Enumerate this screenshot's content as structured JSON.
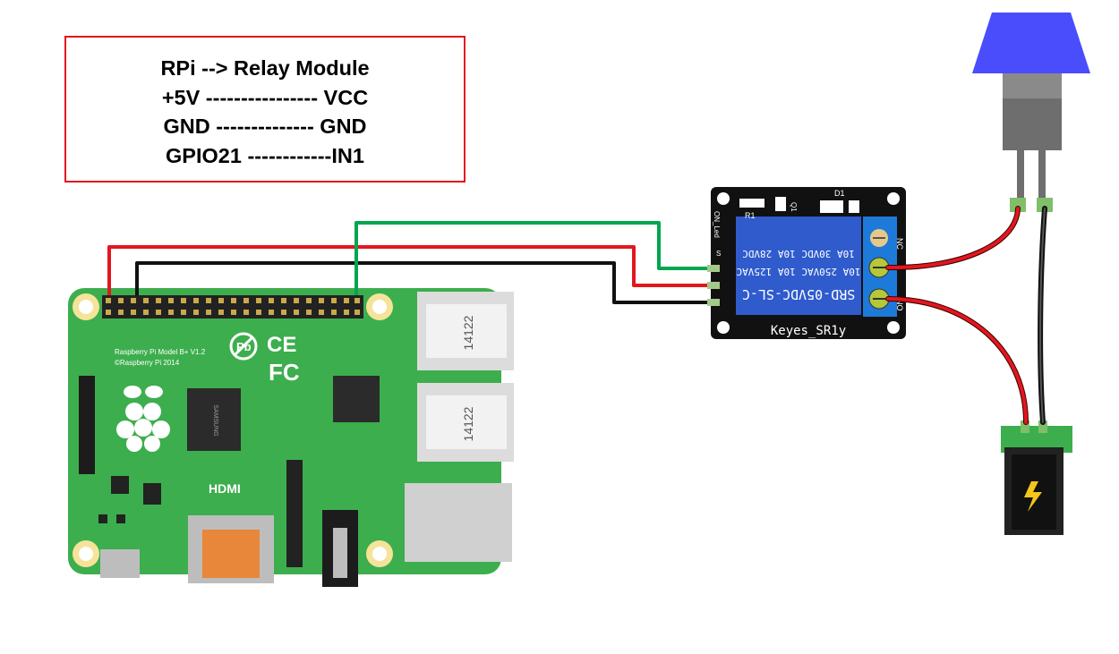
{
  "legend": {
    "lines": [
      "RPi --> Relay Module",
      "+5V ---------------- VCC",
      "GND -------------- GND",
      "GPIO21 ------------IN1"
    ]
  },
  "raspberry_pi": {
    "model_label": "Raspberry Pi Model B+ V1.2",
    "copyright_label": "©Raspberry Pi 2014",
    "hdmi_label": "HDMI",
    "usb_label_top": "14122",
    "usb_label_bottom": "14122",
    "chip_label": "SAMSUNG",
    "ce_mark": "CE",
    "fc_mark": "FC",
    "pb_mark": "Pb"
  },
  "relay_module": {
    "name_label": "Keyes_SR1y",
    "diode_label": "D1",
    "q1_label": "Q1",
    "r1_label": "R1",
    "led_label": "ON_Led",
    "relay_model": "SRD-05VDC-SL-C",
    "relay_rating_1": "10A 250VAC 10A 125VAC",
    "relay_rating_2": "10A 30VDC 10A 28VDC",
    "nc_label": "NC",
    "no_label": "NO",
    "pin_s_label": "S"
  },
  "colors": {
    "wire_red": "#e2171e",
    "wire_black": "#111111",
    "wire_green": "#00a650",
    "pcb_green": "#3dae4e",
    "lamp_blue": "#4a4dfb",
    "legend_border": "#e2171e"
  }
}
